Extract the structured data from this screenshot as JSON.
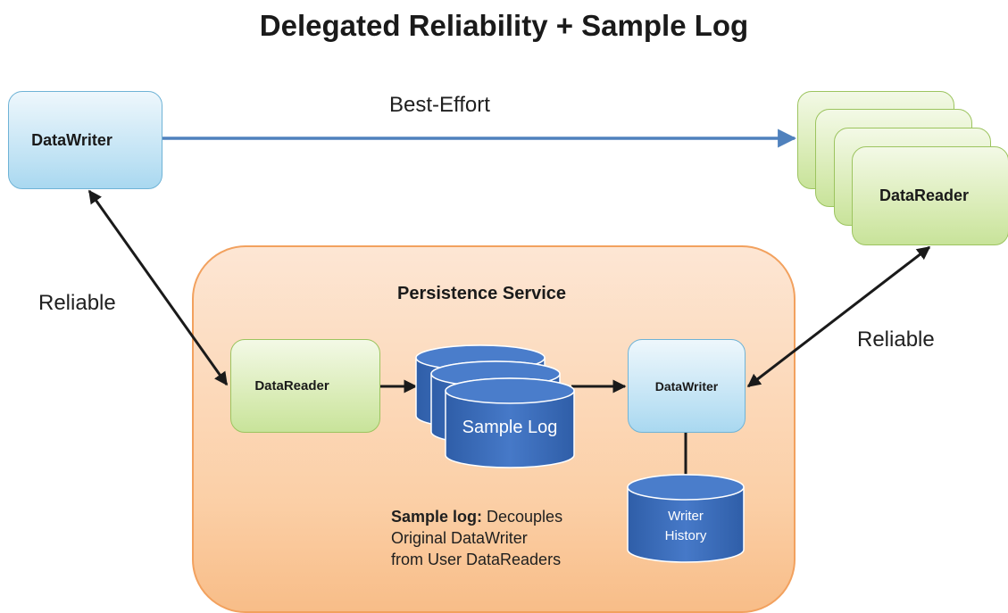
{
  "title": "Delegated Reliability + Sample Log",
  "edges": {
    "best_effort": "Best-Effort",
    "reliable_left": "Reliable",
    "reliable_right": "Reliable"
  },
  "nodes": {
    "writer_top": "DataWriter",
    "readers_group": "DataReader",
    "service_title": "Persistence Service",
    "service_reader": "DataReader",
    "sample_log": "Sample Log",
    "service_writer": "DataWriter",
    "writer_history_line1": "Writer",
    "writer_history_line2": "History"
  },
  "note": {
    "bold": "Sample log:",
    "line1": " Decouples",
    "line2": "Original DataWriter",
    "line3": "from User DataReaders"
  },
  "colors": {
    "blue_box": "#bfe2f4",
    "green_box": "#d6eab0",
    "service_fill": "#fbcfa6",
    "db_blue": "#3d6fbf",
    "arrow_blue": "#4f81bd",
    "arrow_black": "#1a1a1a"
  }
}
